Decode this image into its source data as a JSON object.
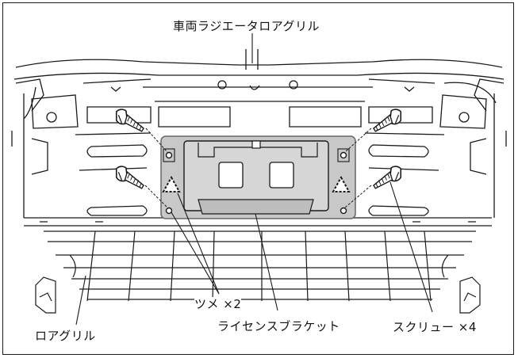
{
  "labels": {
    "top_grille": "車両ラジエータロアグリル",
    "claw": "ツメ ×2",
    "bracket": "ライセンスブラケット",
    "screw": "スクリュー ×4",
    "lower_grille": "ロアグリル"
  },
  "colors": {
    "line": "#1a1a1a",
    "bracket_fill": "#c8c8c8",
    "bracket_edge": "#666666",
    "background": "#ffffff"
  },
  "icons": [
    "screw-icon",
    "claw-triangle-icon"
  ]
}
